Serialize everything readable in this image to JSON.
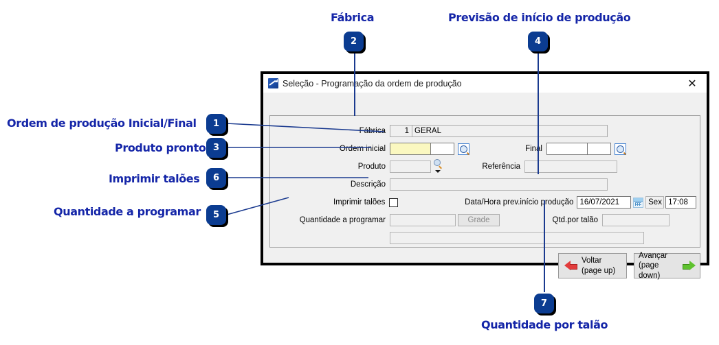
{
  "dialog": {
    "title": "Seleção - Programação da ordem de produção",
    "icon": "app-chart-icon",
    "close_label": "✕",
    "fields": {
      "fabrica_label": "Fábrica",
      "fabrica_code": "1",
      "fabrica_name": "GERAL",
      "ordem_inicial_label": "Ordem inicial",
      "ordem_inicial_value": "",
      "ordem_inicial_value2": "",
      "final_label": "Final",
      "final_value": "",
      "final_value2": "",
      "produto_label": "Produto",
      "produto_value": "",
      "referencia_label": "Referência",
      "referencia_value": "",
      "descricao_label": "Descrição",
      "descricao_value": "",
      "imprimir_taloes_label": "Imprimir talões",
      "imprimir_taloes_checked": false,
      "data_hora_label": "Data/Hora prev.início produção",
      "data_value": "16/07/2021",
      "weekday_value": "Sex",
      "hora_value": "17:08",
      "quantidade_label": "Quantidade a programar",
      "quantidade_value": "",
      "grade_label": "Grade",
      "qtd_talao_label": "Qtd.por talão",
      "qtd_talao_value": "",
      "extra_value": ""
    },
    "buttons": {
      "voltar_line1": "Voltar",
      "voltar_line2": "(page up)",
      "avancar_line1": "Avançar",
      "avancar_line2": "(page down)"
    }
  },
  "annotations": {
    "accent_color": "#1526a8",
    "badge_color": "#0b3c91",
    "leader_color": "#1a3a8f",
    "items": [
      {
        "number": "1",
        "label": "Ordem de produção Inicial/Final"
      },
      {
        "number": "2",
        "label": "Fábrica"
      },
      {
        "number": "3",
        "label": "Produto pronto"
      },
      {
        "number": "4",
        "label": "Previsão de início de produção"
      },
      {
        "number": "5",
        "label": "Quantidade a programar"
      },
      {
        "number": "6",
        "label": "Imprimir talões"
      },
      {
        "number": "7",
        "label": "Quantidade por talão"
      }
    ]
  }
}
